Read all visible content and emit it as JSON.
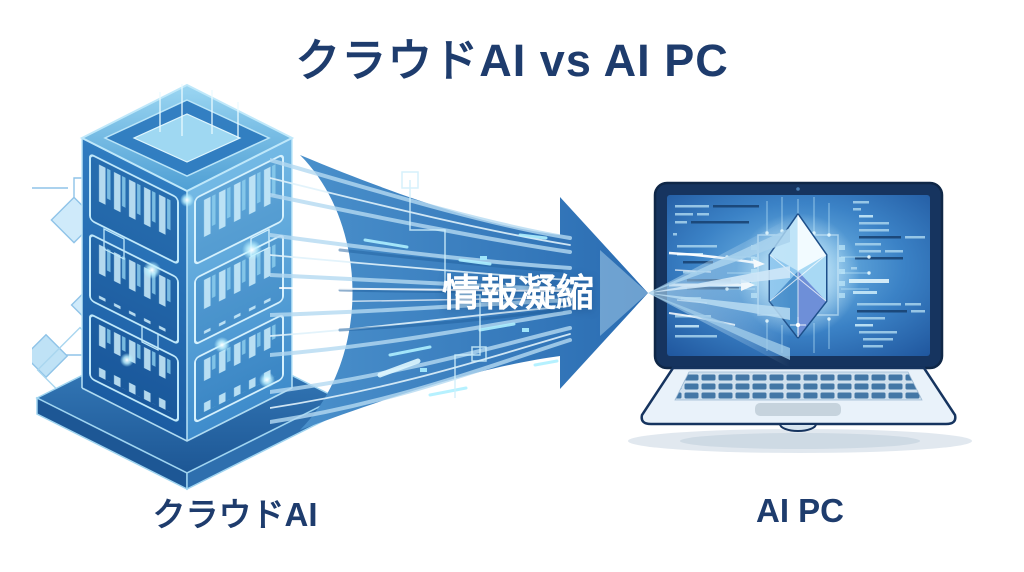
{
  "title": "クラウドAI vs AI PC",
  "arrow": {
    "label": "情報凝縮"
  },
  "labels": {
    "left": "クラウドAI",
    "right": "AI PC"
  },
  "colors": {
    "background": "#ffffff",
    "heading_text": "#1e3c6d",
    "arrow_blue": "#2e74b8",
    "arrow_light_streak": "#b5daf2",
    "server_blue_dark": "#1e61a8",
    "server_blue_light": "#6fb6e3",
    "laptop_bezel_navy": "#16345f",
    "laptop_screen_blue": "#3b82c6",
    "crystal_highlight": "#eef9ff"
  },
  "illustrations": {
    "left": "cloud-ai-server-tower",
    "center": "information-condensation-arrow",
    "right": "ai-pc-laptop-with-crystal-chip"
  }
}
